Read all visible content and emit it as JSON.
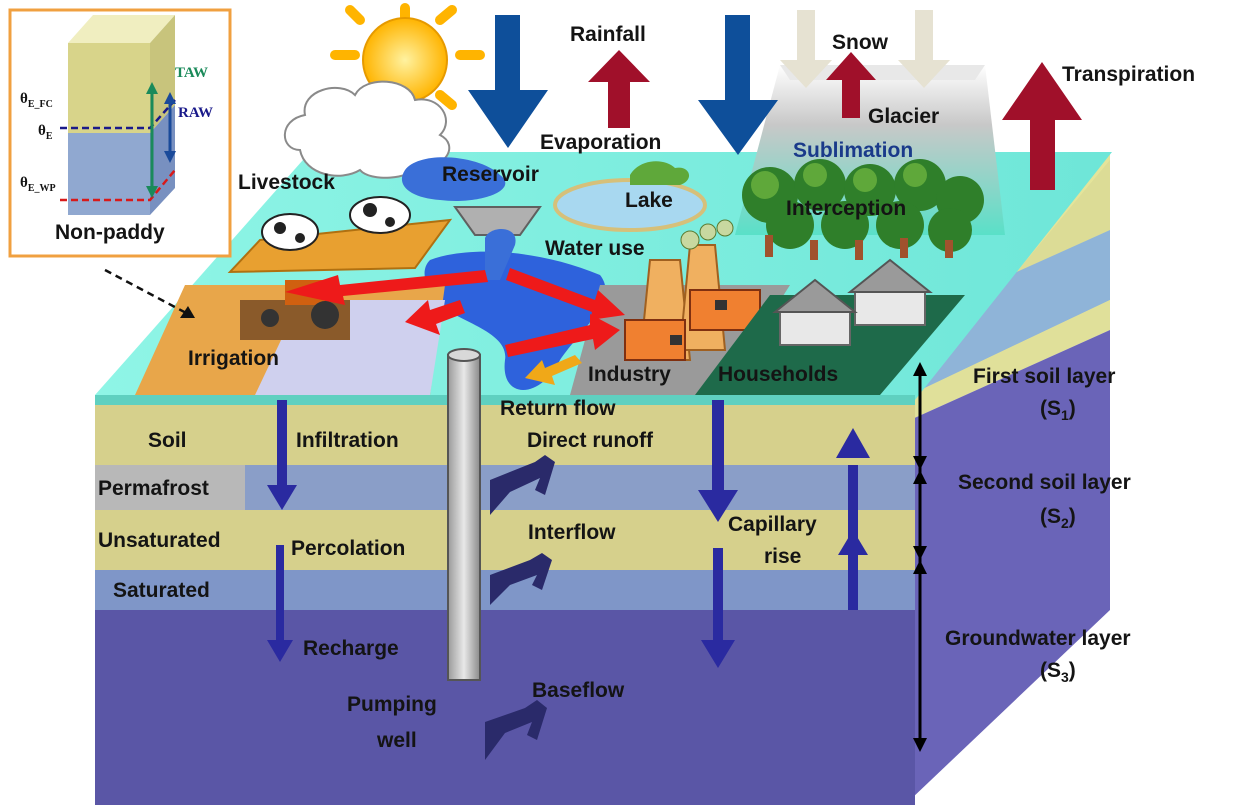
{
  "inset": {
    "title": "Non-paddy",
    "taw": "TAW",
    "raw": "RAW",
    "theta_fc": "θ",
    "theta_fc_sub": "E_FC",
    "theta_e": "θ",
    "theta_e_sub": "E",
    "theta_wp": "θ",
    "theta_wp_sub": "E_WP"
  },
  "atmosphere": {
    "rainfall": "Rainfall",
    "snow": "Snow",
    "transpiration": "Transpiration",
    "evaporation": "Evaporation",
    "glacier": "Glacier",
    "sublimation": "Sublimation",
    "interception": "Interception"
  },
  "surface": {
    "livestock": "Livestock",
    "reservoir": "Reservoir",
    "lake": "Lake",
    "water_use": "Water use",
    "irrigation": "Irrigation",
    "industry": "Industry",
    "households": "Households",
    "return_flow": "Return flow"
  },
  "subsurface": {
    "soil": "Soil",
    "permafrost": "Permafrost",
    "unsaturated": "Unsaturated",
    "saturated": "Saturated",
    "infiltration": "Infiltration",
    "percolation": "Percolation",
    "recharge": "Recharge",
    "direct_runoff": "Direct runoff",
    "interflow": "Interflow",
    "baseflow": "Baseflow",
    "pumping_well_1": "Pumping",
    "pumping_well_2": "well",
    "capillary_rise_1": "Capillary",
    "capillary_rise_2": "rise"
  },
  "layers": {
    "first_1": "First soil layer",
    "first_2": "(S",
    "first_sub": "1",
    "second_1": "Second soil layer",
    "second_2": "(S",
    "second_sub": "2",
    "ground_1": "Groundwater layer",
    "ground_2": "(S",
    "ground_sub": "3",
    "close": ")"
  },
  "colors": {
    "surface_top": "#7ff0e0",
    "soil_band": "#d8d48a",
    "permafrost_band": "#8fa0c8",
    "groundwater": "#6a6ab8",
    "flow_arrow": "#2a2a9a",
    "red_arrow": "#9a1028",
    "blue_arrow": "#0e4f9a"
  }
}
